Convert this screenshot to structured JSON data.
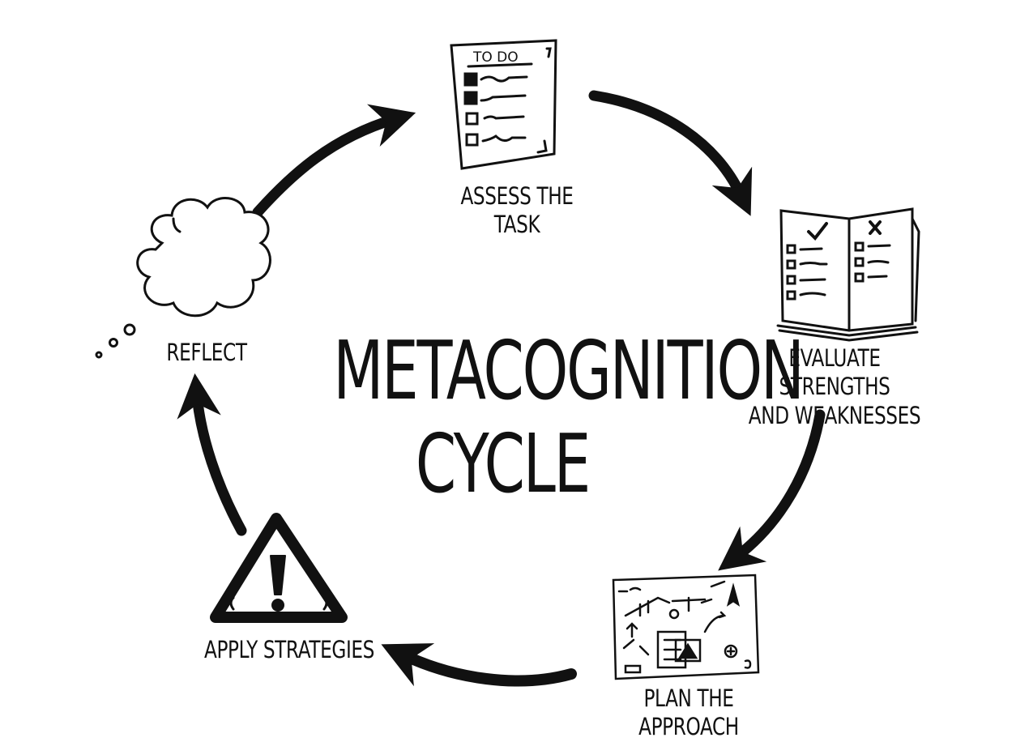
{
  "title": "METACOGNITION\nCYCLE",
  "steps": {
    "assess": "ASSESS THE\nTASK",
    "evaluate": "EVALUATE STRENGTHS\nAND WEAKNESSES",
    "plan": "PLAN THE APPROACH",
    "apply": "APPLY STRATEGIES",
    "reflect": "REFLECT"
  },
  "todo_heading": "TO DO",
  "icons": {
    "assess": "todo-list-icon",
    "evaluate": "pros-cons-book-icon",
    "plan": "map-plan-icon",
    "apply": "warning-triangle-icon",
    "reflect": "thought-cloud-icon"
  },
  "colors": {
    "ink": "#111111",
    "paper": "#ffffff"
  }
}
